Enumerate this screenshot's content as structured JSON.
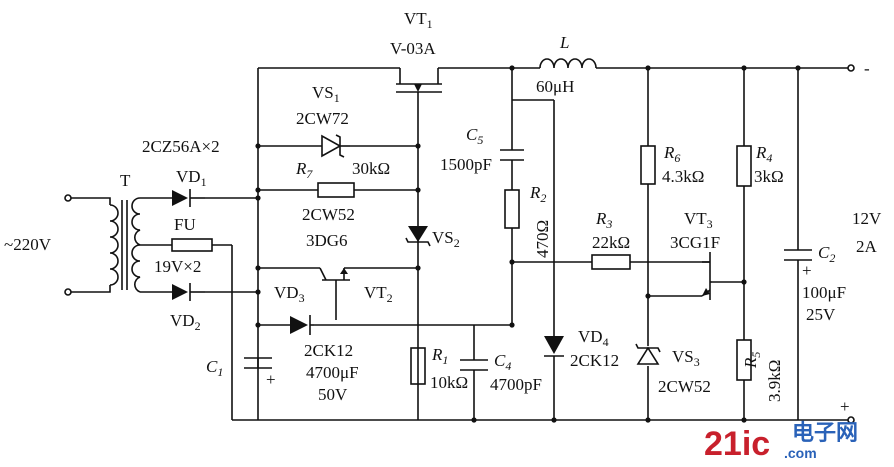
{
  "labels": {
    "input_voltage": "~220V",
    "transformer": "T",
    "rectifier": "2CZ56A×2",
    "vd1": {
      "main": "VD",
      "sub": "1"
    },
    "vd2": {
      "main": "VD",
      "sub": "2"
    },
    "fuse": "FU",
    "fuse_voltage": "19V×2",
    "vs1": {
      "main": "VS",
      "sub": "1"
    },
    "vs1_part": "2CW72",
    "r7": {
      "main": "R",
      "sub": "7"
    },
    "r7_value": "30kΩ",
    "vs2_part": "2CW52",
    "vt2_part": "3DG6",
    "vs2": {
      "main": "VS",
      "sub": "2"
    },
    "vt1": {
      "main": "VT",
      "sub": "1"
    },
    "vt1_part": "V-03A",
    "vd3": {
      "main": "VD",
      "sub": "3"
    },
    "vt2": {
      "main": "VT",
      "sub": "2"
    },
    "vd3_part": "2CK12",
    "c1": {
      "main": "C",
      "sub": "1"
    },
    "c1_value": "4700μF",
    "c1_voltage": "50V",
    "r1": {
      "main": "R",
      "sub": "1"
    },
    "r1_value": "10kΩ",
    "c4": {
      "main": "C",
      "sub": "4"
    },
    "c4_value": "4700pF",
    "l": "L",
    "l_value": "60μH",
    "c5": {
      "main": "C",
      "sub": "5"
    },
    "c5_value": "1500pF",
    "r2": {
      "main": "R",
      "sub": "2"
    },
    "r2_value": "470Ω",
    "r3": {
      "main": "R",
      "sub": "3"
    },
    "r3_value": "22kΩ",
    "vt3": {
      "main": "VT",
      "sub": "3"
    },
    "vt3_part": "3CG1F",
    "vd4": {
      "main": "VD",
      "sub": "4"
    },
    "vd4_part": "2CK12",
    "vs3": {
      "main": "VS",
      "sub": "3"
    },
    "vs3_part": "2CW52",
    "r6": {
      "main": "R",
      "sub": "6"
    },
    "r6_value": "4.3kΩ",
    "r4": {
      "main": "R",
      "sub": "4"
    },
    "r4_value": "3kΩ",
    "r5": {
      "main": "R",
      "sub": "5"
    },
    "r5_value": "3.9kΩ",
    "c2": {
      "main": "C",
      "sub": "2"
    },
    "c2_value": "100μF",
    "c2_voltage": "25V",
    "output_voltage": "12V",
    "output_current": "2A",
    "terminal_minus": "-",
    "terminal_plus": "+",
    "c1_plus": "+",
    "c2_plus": "+"
  },
  "watermark": {
    "text1": "21ic",
    "text2": ".com",
    "text3": "电子网",
    "color_red": "#c8202c",
    "color_blue": "#2a62b8"
  }
}
